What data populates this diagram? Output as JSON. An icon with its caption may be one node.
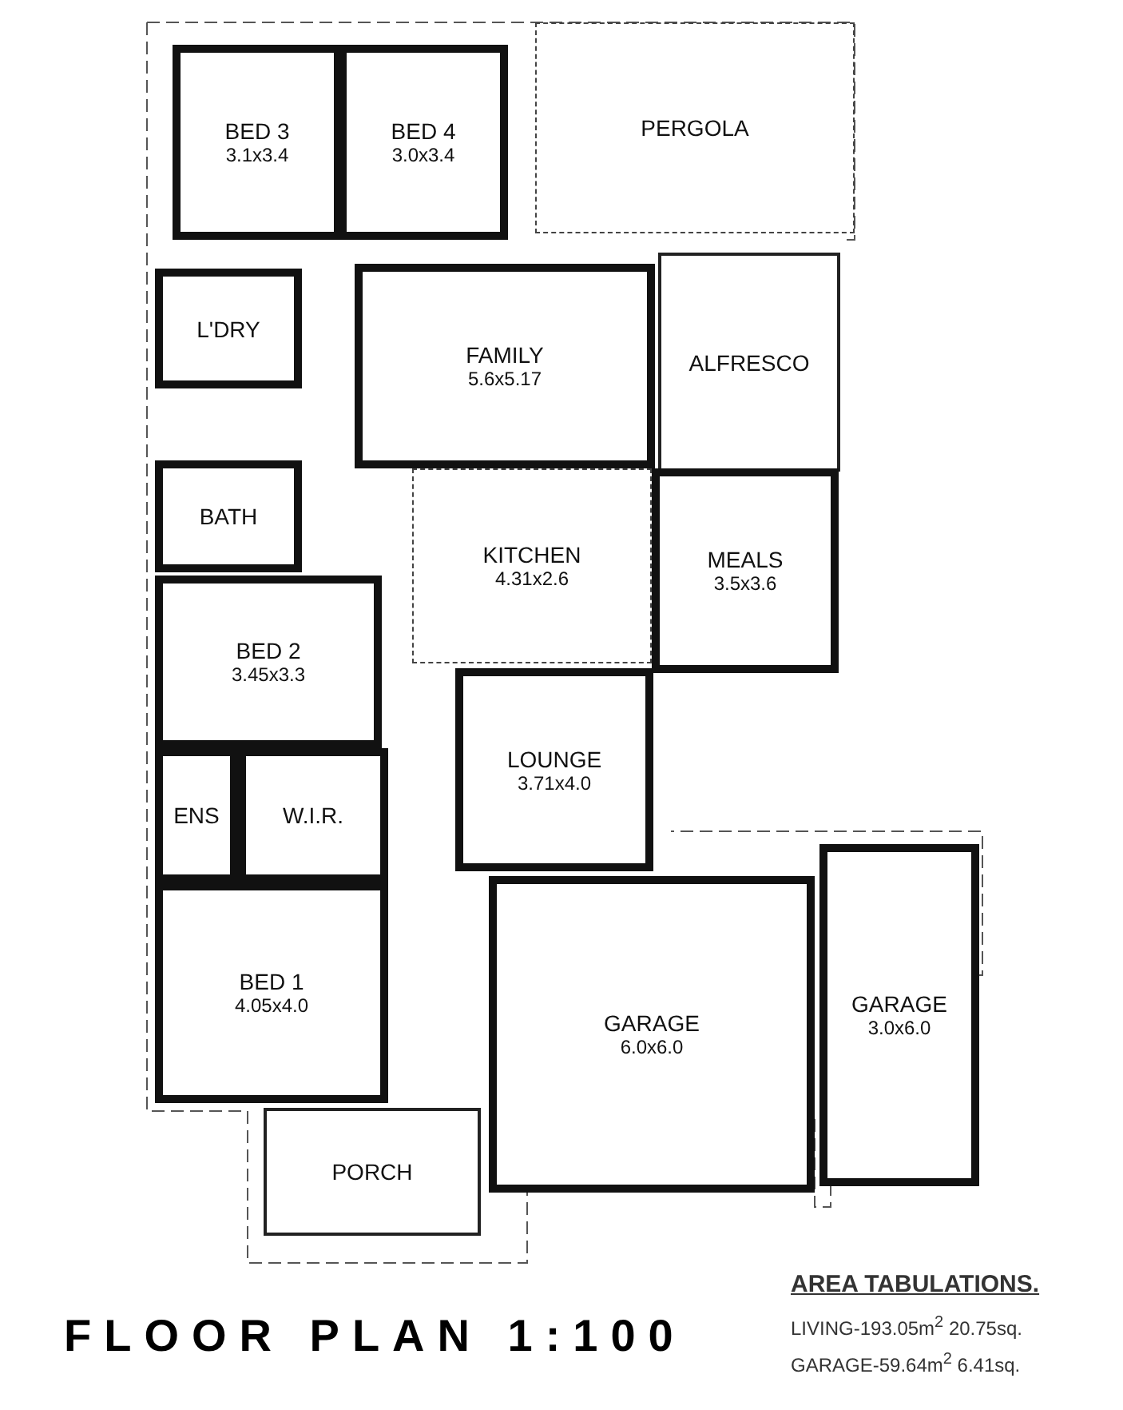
{
  "diagram": {
    "title": "FLOOR PLAN 1:100",
    "nodes": [
      {
        "text": [
          "BED 3",
          "3.1x3.4"
        ]
      },
      {
        "text": [
          "BED 4",
          "3.0x3.4"
        ]
      },
      {
        "text": [
          "PERGOLA"
        ]
      },
      {
        "text": [
          "L'DRY"
        ]
      },
      {
        "text": [
          "FAMILY",
          "5.6x5.17"
        ]
      },
      {
        "text": [
          "ALFRESCO"
        ]
      },
      {
        "text": [
          "BATH"
        ]
      },
      {
        "text": [
          "KITCHEN",
          "4.31x2.6"
        ]
      },
      {
        "text": [
          "MEALS",
          "3.5x3.6"
        ]
      },
      {
        "text": [
          "BED 2",
          "3.45x3.3"
        ]
      },
      {
        "text": [
          "LOUNGE",
          "3.71x4.0"
        ]
      },
      {
        "text": [
          "ENS"
        ]
      },
      {
        "text": [
          "W.I.R."
        ]
      },
      {
        "text": [
          "BED 1",
          "4.05x4.0"
        ]
      },
      {
        "text": [
          "GARAGE",
          "6.0x6.0"
        ]
      },
      {
        "text": [
          "GARAGE",
          "3.0x6.0"
        ]
      },
      {
        "text": [
          "PORCH"
        ]
      }
    ],
    "edges": [],
    "labels": [
      "AREA TABULATIONS.",
      "LIVING-193.05m$^{2}$ 20.75sq.",
      "GARAGE-59.64m$^{2}$ 6.41sq."
    ]
  }
}
